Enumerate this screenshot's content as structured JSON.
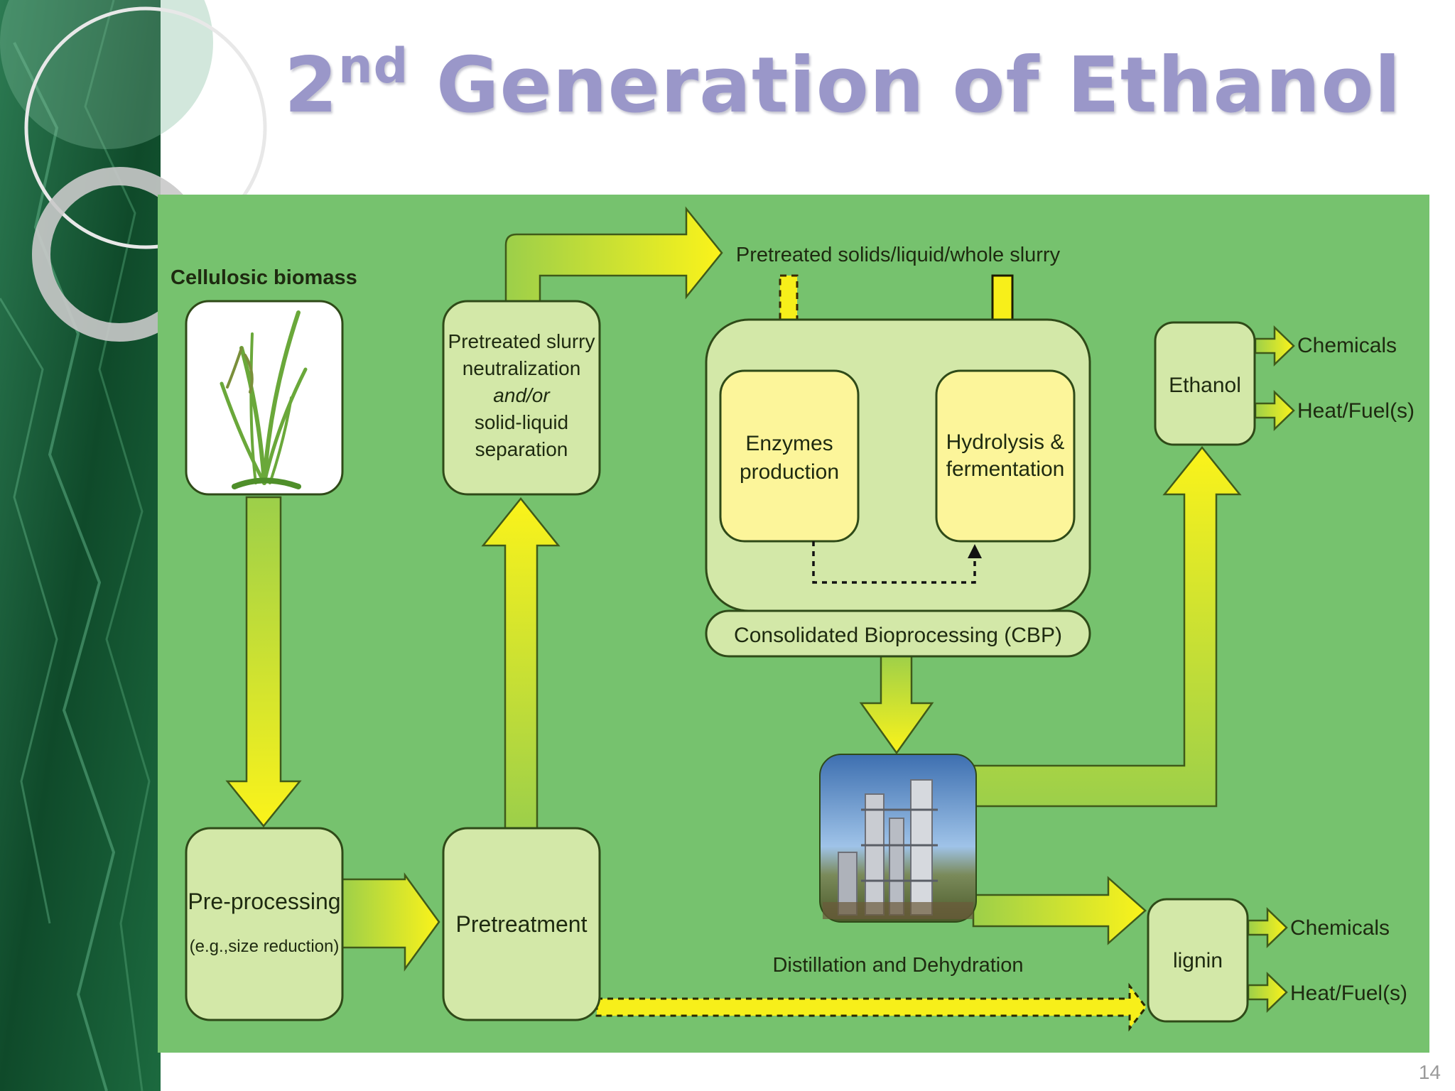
{
  "slide": {
    "title_prefix": "2",
    "title_superscript": "nd",
    "title_rest": " Generation of Ethanol",
    "page_number": "14",
    "title_color": "#9a97c9"
  },
  "diagram": {
    "background_color": "#76c26e",
    "box_color": "#d3e8a8",
    "highlight_box_color": "#fcf59a",
    "arrow_color": "#f7ef1a",
    "cellulosic_biomass": "Cellulosic biomass",
    "pre_processing": "Pre-processing",
    "pre_processing_note": "(e.g.,size reduction)",
    "pretreatment": "Pretreatment",
    "slurry_lines": [
      "Pretreated slurry",
      "neutralization",
      "and/or",
      "solid-liquid",
      "separation"
    ],
    "pretreated_solids": "Pretreated solids/liquid/whole slurry",
    "enzymes_lines": [
      "Enzymes",
      "production"
    ],
    "hydrolysis_lines": [
      "Hydrolysis &",
      "fermentation"
    ],
    "cbp": "Consolidated Bioprocessing (CBP)",
    "distillation": "Distillation and Dehydration",
    "ethanol": "Ethanol",
    "ethanol_outputs": [
      "Chemicals",
      "Heat/Fuel(s)"
    ],
    "lignin": "lignin",
    "lignin_outputs": [
      "Chemicals",
      "Heat/Fuel(s)"
    ]
  },
  "icons": [
    "biomass-plant-icon",
    "distillation-tower-photo",
    "marble-background"
  ]
}
